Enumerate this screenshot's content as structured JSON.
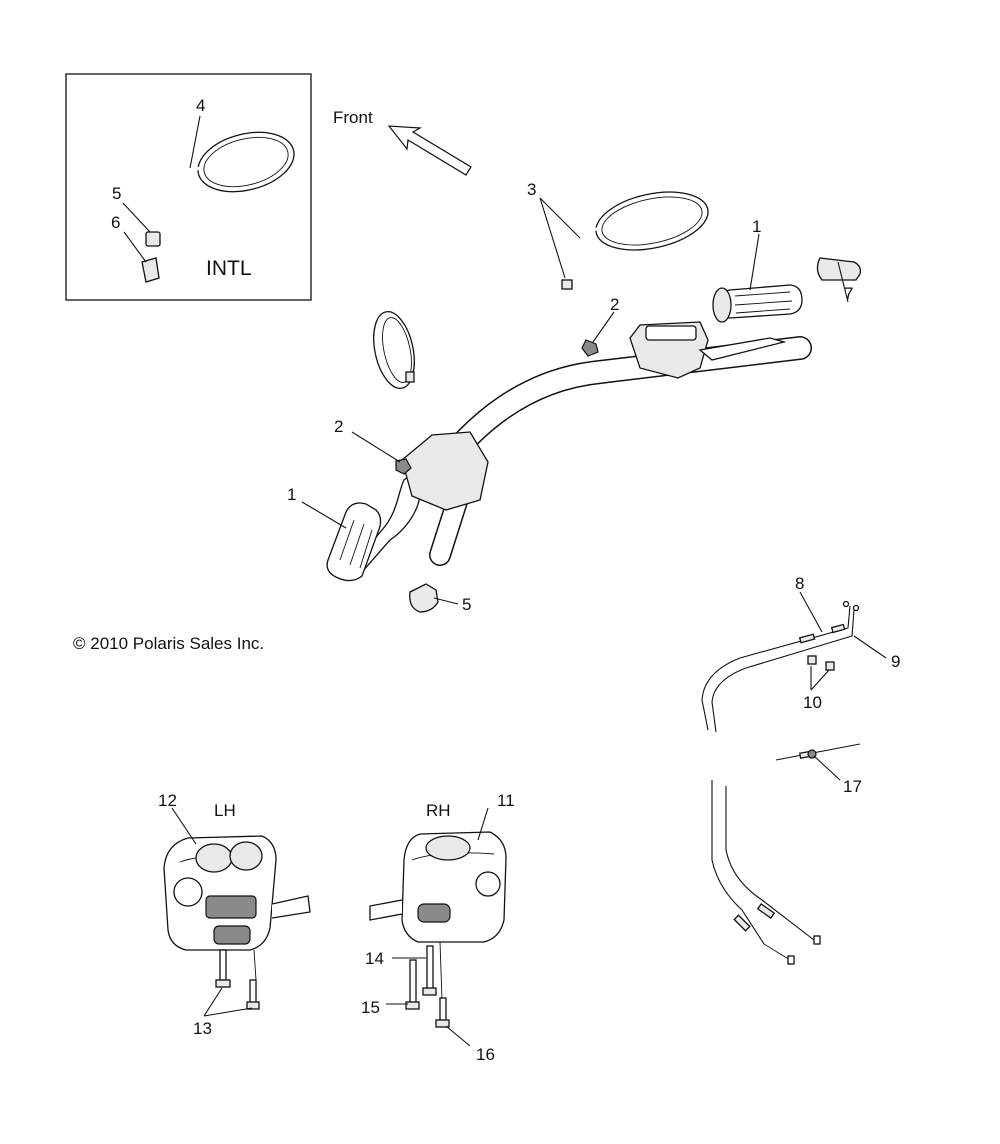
{
  "diagram": {
    "inset_label": "INTL",
    "direction_label": "Front",
    "copyright": "© 2010 Polaris Sales Inc.",
    "side_labels": {
      "left_hand": "LH",
      "right_hand": "RH"
    },
    "callouts": {
      "c1a": "1",
      "c1b": "1",
      "c2a": "2",
      "c2b": "2",
      "c3": "3",
      "c4": "4",
      "c5a": "5",
      "c5b": "5",
      "c6": "6",
      "c7": "7",
      "c8": "8",
      "c9": "9",
      "c10": "10",
      "c11": "11",
      "c12": "12",
      "c13": "13",
      "c14": "14",
      "c15": "15",
      "c16": "16",
      "c17": "17"
    }
  }
}
